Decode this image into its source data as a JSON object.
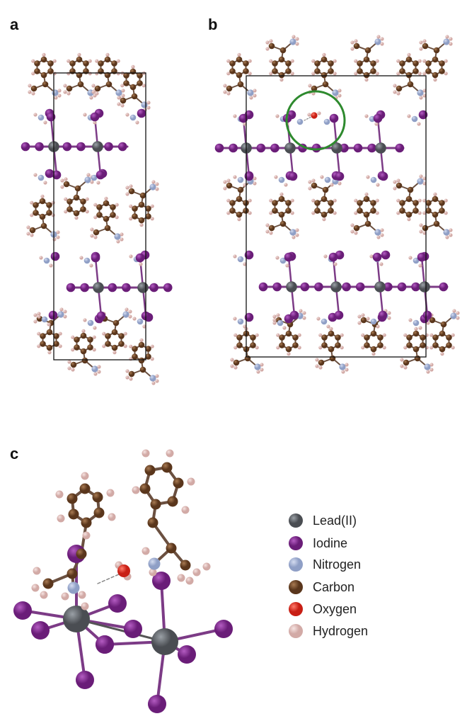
{
  "panels": {
    "a": {
      "label": "a"
    },
    "b": {
      "label": "b"
    },
    "c": {
      "label": "c"
    }
  },
  "atoms": {
    "lead": {
      "color": "#4a4d52",
      "highlight": "#9aa0a6"
    },
    "iodine": {
      "color": "#6a1d78",
      "highlight": "#b45cc2"
    },
    "nitrogen": {
      "color": "#8f9fc6",
      "highlight": "#d4dcf0"
    },
    "carbon": {
      "color": "#5a361c",
      "highlight": "#a87a52"
    },
    "oxygen": {
      "color": "#c81e14",
      "highlight": "#ff7a6a"
    },
    "hydrogen": {
      "color": "#d2aaa6",
      "highlight": "#f6e4e2"
    }
  },
  "legend": {
    "items": [
      {
        "label": "Lead(II)",
        "atom": "lead"
      },
      {
        "label": "Iodine",
        "atom": "iodine"
      },
      {
        "label": "Nitrogen",
        "atom": "nitrogen"
      },
      {
        "label": "Carbon",
        "atom": "carbon"
      },
      {
        "label": "Oxygen",
        "atom": "oxygen"
      },
      {
        "label": "Hydrogen",
        "atom": "hydrogen"
      }
    ]
  },
  "colors": {
    "unit_cell": "#111111",
    "water_circle": "#2e8a2e",
    "bond_pbi": "#7c3b86",
    "bond_organic": "#6b5040",
    "hbond": "#888888"
  }
}
